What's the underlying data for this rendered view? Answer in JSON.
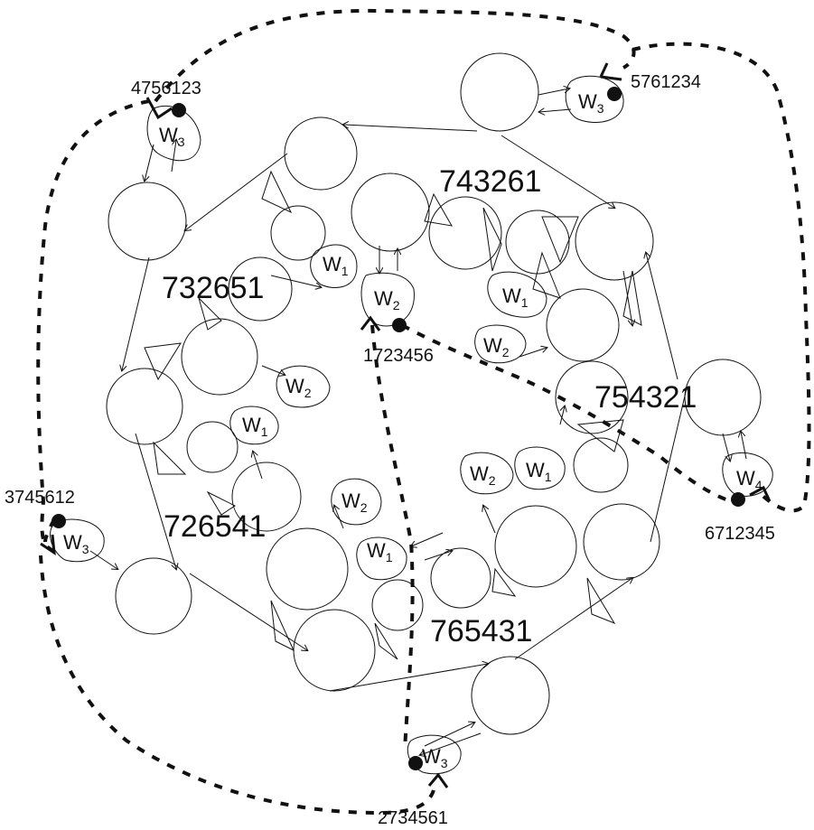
{
  "big_labels": {
    "l743261": "743261",
    "l732651": "732651",
    "l754321": "754321",
    "l726541": "726541",
    "l765431": "765431"
  },
  "perm_labels": {
    "p4756123": "4756123",
    "p5761234": "5761234",
    "p1723456": "1723456",
    "p3745612": "3745612",
    "p6712345": "6712345",
    "p2734561": "2734561"
  },
  "w_labels": [
    {
      "main": "W",
      "sub": "3"
    },
    {
      "main": "W",
      "sub": "3"
    },
    {
      "main": "W",
      "sub": "2"
    },
    {
      "main": "W",
      "sub": "1"
    },
    {
      "main": "W",
      "sub": "1"
    },
    {
      "main": "W",
      "sub": "2"
    },
    {
      "main": "W",
      "sub": "2"
    },
    {
      "main": "W",
      "sub": "1"
    },
    {
      "main": "W",
      "sub": "2"
    },
    {
      "main": "W",
      "sub": "1"
    },
    {
      "main": "W",
      "sub": "2"
    },
    {
      "main": "W",
      "sub": "1"
    },
    {
      "main": "W",
      "sub": "4"
    },
    {
      "main": "W",
      "sub": "3"
    },
    {
      "main": "W",
      "sub": "3"
    }
  ],
  "colors": {
    "stroke": "#111111",
    "background": "#ffffff"
  }
}
